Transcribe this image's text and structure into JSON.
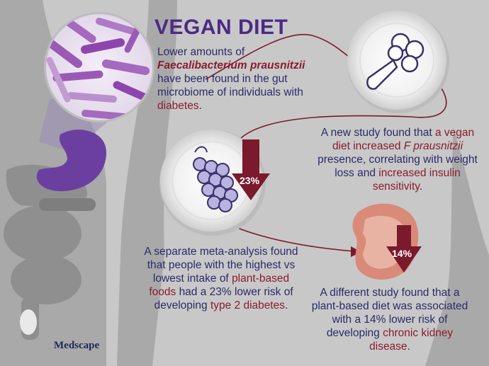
{
  "title": "VEGAN DIET",
  "intro": {
    "text1": "Lower amounts of",
    "species": "Faecalibacterium prausnitzii",
    "text2": "have been found in the gut microbiome of individuals with",
    "condition": "diabetes",
    "end": "."
  },
  "study1": {
    "text1": "A new study found that",
    "hl1": "a vegan diet increased",
    "species": "F prausnitzii",
    "text2": "presence, correlating with weight loss and",
    "hl2": "increased insulin sensitivity",
    "end": "."
  },
  "study2": {
    "text1": "A separate meta-analysis found that people with the highest vs lowest intake of",
    "hl1": "plant-based foods",
    "text2": "had a 23% lower risk of developing",
    "hl2": "type 2 diabetes",
    "end": "."
  },
  "study3": {
    "text1": "A different study found that a plant-based diet was associated with a 14% lower risk of developing",
    "hl1": "chronic kidney disease",
    "end": "."
  },
  "badges": {
    "grapes": "23%",
    "kidney": "14%"
  },
  "logo": "Medscape",
  "icons": [
    "microbe-image",
    "broccoli-icon",
    "grapes-icon",
    "kidney-image",
    "down-arrow-icon"
  ],
  "colors": {
    "title": "#4b2a86",
    "highlight": "#8b1c2e",
    "text": "#2b2b6b",
    "arrow": "#7a1a2c"
  }
}
